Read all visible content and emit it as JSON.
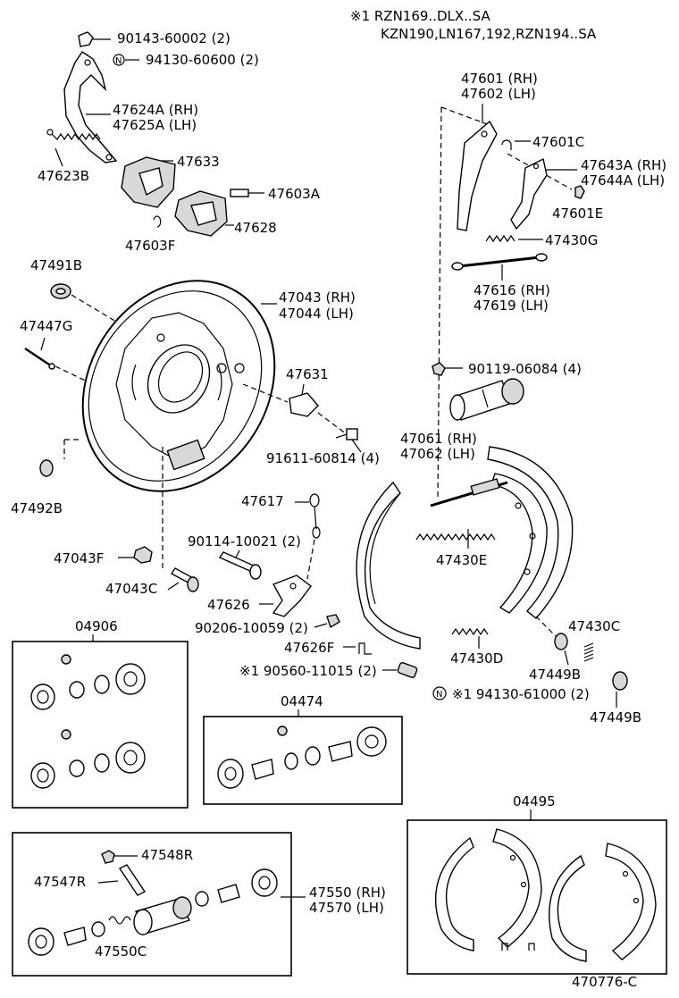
{
  "header_notes": {
    "line1": "※1 RZN169..DLX..SA",
    "line2": "KZN190,LN167,192,RZN194..SA"
  },
  "part_labels": {
    "p90143": "90143-60002 (2)",
    "n94130a": "94130-60600 (2)",
    "p47624a": "47624A (RH)",
    "p47625a": "47625A (LH)",
    "p47623b": "47623B",
    "p47633": "47633",
    "p47603a": "47603A",
    "p47628": "47628",
    "p47603f": "47603F",
    "p47491b": "47491B",
    "p47447g": "47447G",
    "p47043": "47043 (RH)",
    "p47044": "47044 (LH)",
    "p47492b": "47492B",
    "p47631": "47631",
    "p91611": "91611-60814 (4)",
    "p47601": "47601 (RH)",
    "p47602": "47602 (LH)",
    "p47601c": "47601C",
    "p47643a": "47643A (RH)",
    "p47644a": "47644A (LH)",
    "p47601e": "47601E",
    "p47430g": "47430G",
    "p47616": "47616 (RH)",
    "p47619": "47619 (LH)",
    "p90119": "90119-06084 (4)",
    "p47061": "47061 (RH)",
    "p47062": "47062 (LH)",
    "p47430e": "47430E",
    "p47617": "47617",
    "p90114": "90114-10021 (2)",
    "p47043f": "47043F",
    "p47043c": "47043C",
    "p47626": "47626",
    "p90206": "90206-10059 (2)",
    "p47626f": "47626F",
    "p90560": "※1 90560-11015 (2)",
    "n94130b": "※1 94130-61000 (2)",
    "p47430c": "47430C",
    "p47430d": "47430D",
    "p47449b_a": "47449B",
    "p47449b_b": "47449B",
    "kit04906": "04906",
    "kit04474": "04474",
    "kit04495": "04495",
    "p47548r": "47548R",
    "p47547r": "47547R",
    "p47550": "47550 (RH)",
    "p47570": "47570 (LH)",
    "p47550c": "47550C",
    "n_mark": "N",
    "figure_code": "470776-C"
  }
}
